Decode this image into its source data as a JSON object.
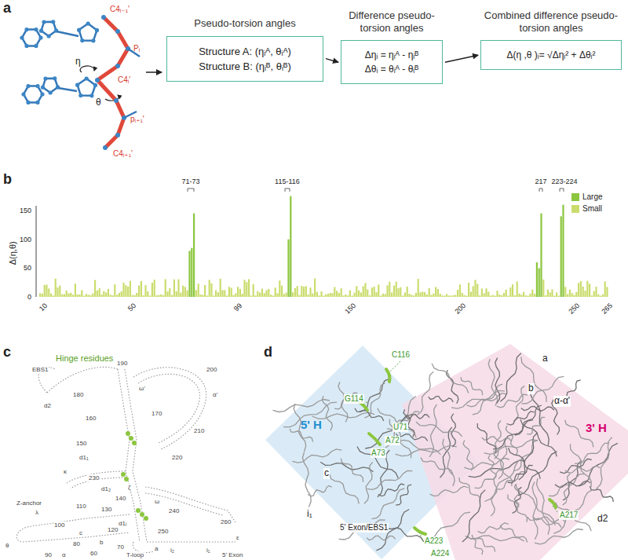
{
  "diagram": {
    "nodes": [
      {
        "text": [
          "Pseudo-torsion angles",
          "Structure A: (ηᵢᴬ, θᵢᴬ)",
          "Structure B: (ηᵢᴮ, θᵢᴮ)"
        ]
      },
      {
        "text": [
          "Difference pseudo-torsion angles",
          "Δηᵢ = ηᵢᴬ - ηᵢᴮ",
          "Δθᵢ = θᵢᴬ - θᵢᴮ"
        ]
      },
      {
        "text": [
          "Combined difference pseudo-torsion angles",
          "Δ(η ,θ )ᵢ= √Δηᵢ² + Δθᵢ²"
        ]
      }
    ],
    "edges": [
      {
        "from": 0,
        "to": 1,
        "arrow": "to"
      },
      {
        "from": 1,
        "to": 2,
        "arrow": "to"
      }
    ],
    "labels": [
      "a",
      "C4ᵢ₋₁'",
      "Pᵢ",
      "η",
      "C4ᵢ'",
      "θ",
      "pᵢ₊₁'",
      "C4ᵢ₊₁'",
      "b",
      "71-73",
      "115-116",
      "217",
      "223-224",
      "Δ(η,θ)",
      "150",
      "100",
      "50",
      "0",
      "10",
      "50",
      "99",
      "150",
      "200",
      "250",
      "265",
      "c",
      "Hinge residues",
      "EBS1",
      "190",
      "d2",
      "180",
      "200",
      "ω'",
      "α'",
      "160",
      "170",
      "210",
      "150",
      "220",
      "d1₁",
      "κ",
      "230",
      "ζ",
      "d1₂",
      "140",
      "ω",
      "Z-anchor",
      "λ",
      "110",
      "240",
      "130",
      "d1ᵢ",
      "100",
      "c",
      "120",
      "250",
      "260",
      "θ",
      "80",
      "b",
      "70",
      "60",
      "a",
      "i₂",
      "i₁",
      "ε",
      "90",
      "α",
      "T-loop",
      "5' Exon",
      "d",
      "5' H",
      "3' H",
      "C116",
      "G114",
      "U71",
      "A72",
      "A73",
      "a",
      "b",
      "α-α'",
      "c",
      "i₁",
      "d2",
      "5' Exon/EBS1",
      "A223",
      "A224",
      "A217"
    ],
    "legend": [
      {
        "text": "Large",
        "color": "#8cc63f"
      },
      {
        "text": "Small",
        "color": "#cbdc6e"
      }
    ]
  }
}
